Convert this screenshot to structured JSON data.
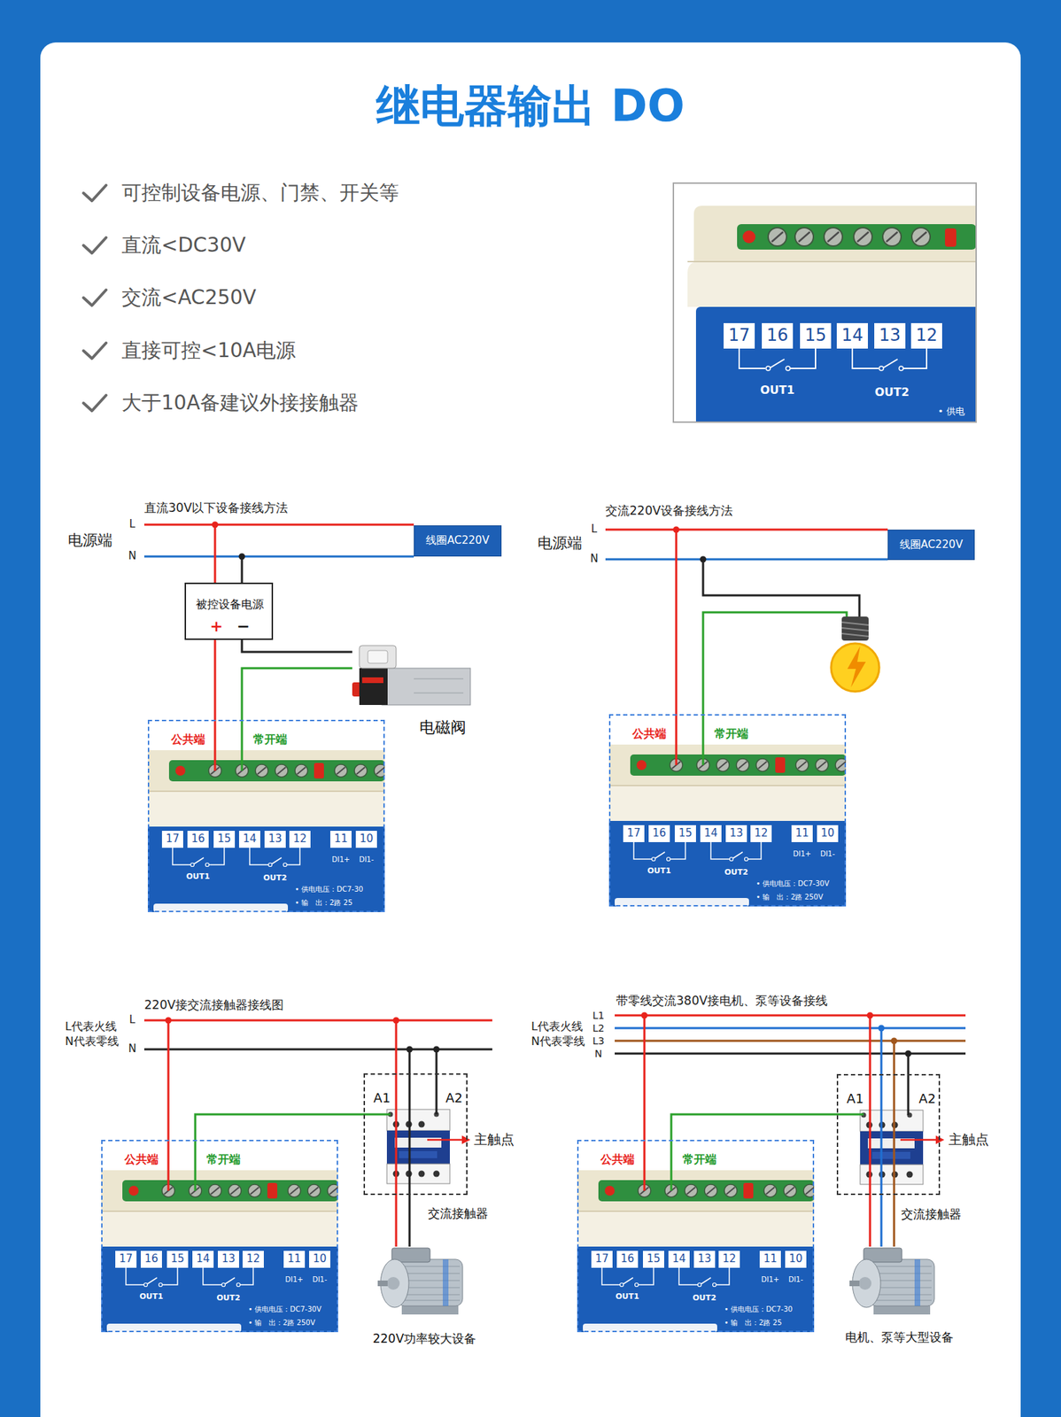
{
  "diagram": {
    "title": "继电器输出 DO",
    "nodes": [
      {
        "text": [
          "线圈AC220V"
        ]
      },
      {
        "text": [
          "被控设备电源",
          "+",
          "−"
        ]
      },
      {
        "text": [
          "电磁阀"
        ]
      },
      {
        "text": [
          "公共端",
          "常开端"
        ]
      },
      {
        "text": [
          "线圈AC220V"
        ]
      },
      {
        "text": [
          "公共端",
          "常开端"
        ]
      },
      {
        "text": [
          "公共端",
          "常开端"
        ]
      },
      {
        "text": [
          "A1",
          "A2",
          "交流接触器"
        ]
      },
      {
        "text": [
          "220V功率较大设备"
        ]
      },
      {
        "text": [
          "公共端",
          "常开端"
        ]
      },
      {
        "text": [
          "A1",
          "A2",
          "交流接触器"
        ]
      },
      {
        "text": [
          "电机、泵等大型设备"
        ]
      }
    ],
    "edges": [
      {
        "from": 1,
        "to": 3,
        "arrow": "none"
      },
      {
        "from": 3,
        "to": 2,
        "arrow": "none"
      },
      {
        "from": 1,
        "to": 2,
        "arrow": "none"
      },
      {
        "from": 6,
        "to": 7,
        "arrow": "none"
      },
      {
        "from": 7,
        "to": 8,
        "arrow": "none"
      },
      {
        "from": 7,
        "to": 8,
        "arrow": "none"
      },
      {
        "from": 9,
        "to": 10,
        "arrow": "none"
      },
      {
        "from": 10,
        "to": 11,
        "arrow": "none"
      },
      {
        "from": 10,
        "to": 11,
        "arrow": "none"
      },
      {
        "from": 10,
        "to": 11,
        "arrow": "none"
      }
    ],
    "labels": [
      "可控制设备电源、门禁、开关等",
      "直流<DC30V",
      "交流<AC250V",
      "直接可控<10A电源",
      "大于10A备建议外接接触器",
      "17",
      "16",
      "15",
      "14",
      "13",
      "12",
      "OUT1",
      "OUT2",
      "• 供电",
      "直流30V以下设备接线方法",
      "电源端",
      "L",
      "N",
      "17",
      "16",
      "15",
      "14",
      "13",
      "12",
      "11",
      "10",
      "DI1+",
      "DI1-",
      "OUT1",
      "OUT2",
      "• 供电电压：DC7-30",
      "• 输　出：2路 25",
      "交流220V设备接线方法",
      "电源端",
      "L",
      "N",
      "17",
      "16",
      "15",
      "14",
      "13",
      "12",
      "11",
      "10",
      "DI1+",
      "DI1-",
      "OUT1",
      "OUT2",
      "• 供电电压：DC7-30V",
      "• 输　出：2路 250V",
      "220V接交流接触器接线图",
      "L代表火线",
      "N代表零线",
      "L",
      "N",
      "主触点",
      "17",
      "16",
      "15",
      "14",
      "13",
      "12",
      "11",
      "10",
      "DI1+",
      "DI1-",
      "OUT1",
      "OUT2",
      "• 供电电压：DC7-30V",
      "• 输　出：2路 250V",
      "带零线交流380V接电机、泵等设备接线",
      "L代表火线",
      "N代表零线",
      "L1",
      "L2",
      "L3",
      "N",
      "主触点",
      "17",
      "16",
      "15",
      "14",
      "13",
      "12",
      "11",
      "10",
      "DI1+",
      "DI1-",
      "OUT1",
      "OUT2",
      "• 供电电压：DC7-30",
      "• 输　出：2路 25"
    ]
  }
}
